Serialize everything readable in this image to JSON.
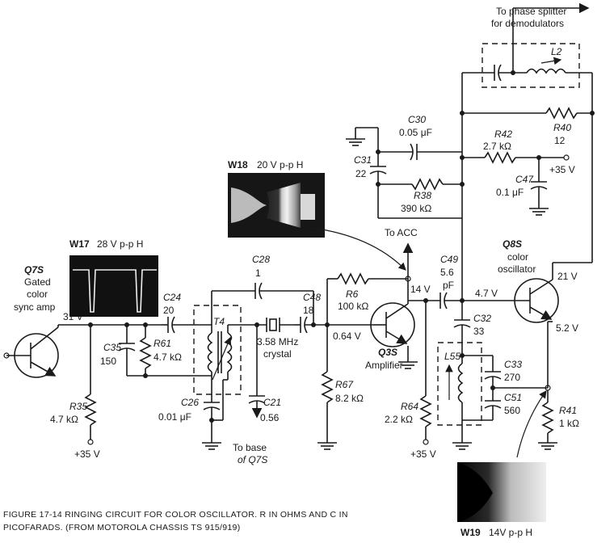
{
  "caption": {
    "line1": "FIGURE 17-14  RINGING CIRCUIT FOR COLOR OSCILLATOR.   R IN OHMS AND C IN",
    "line2": "PICOFARADS. (FROM MOTOROLA CHASSIS TS 915/919)"
  },
  "q7s": {
    "name": "Q7S",
    "desc1": "Gated",
    "desc2": "color",
    "desc3": "sync amp",
    "v": "31 V"
  },
  "q3s": {
    "name": "Q3S",
    "desc": "Amplifier",
    "v_base": "0.64 V",
    "v_col": "14 V"
  },
  "q8s": {
    "name": "Q8S",
    "desc1": "color",
    "desc2": "oscillator",
    "v_col": "21 V",
    "v_base": "4.7 V",
    "v_emit": "5.2 V"
  },
  "components": {
    "c24": {
      "name": "C24",
      "value": "20"
    },
    "c35": {
      "name": "C35",
      "value": "150"
    },
    "r61": {
      "name": "R61",
      "value": "4.7 kΩ"
    },
    "r35": {
      "name": "R35",
      "value": "4.7 kΩ"
    },
    "t4": {
      "name": "T4"
    },
    "c26": {
      "name": "C26",
      "value": "0.01 μF"
    },
    "c28": {
      "name": "C28",
      "value": "1"
    },
    "crystal": {
      "value": "3.58 MHz",
      "label": "crystal"
    },
    "c21": {
      "name": "C21",
      "value": "0.56"
    },
    "c48": {
      "name": "C48",
      "value": "18"
    },
    "r6": {
      "name": "R6",
      "value": "100 kΩ"
    },
    "r67": {
      "name": "R67",
      "value": "8.2 kΩ"
    },
    "c49": {
      "name": "C49",
      "value1": "5.6",
      "value2": "pF"
    },
    "c32": {
      "name": "C32",
      "value": "33"
    },
    "l55": {
      "name": "L55"
    },
    "c33": {
      "name": "C33",
      "value": "270"
    },
    "c51": {
      "name": "C51",
      "value": "560"
    },
    "r64": {
      "name": "R64",
      "value": "2.2 kΩ"
    },
    "r41": {
      "name": "R41",
      "value": "1 kΩ"
    },
    "c30": {
      "name": "C30",
      "value": "0.05 μF"
    },
    "c31": {
      "name": "C31",
      "value": "22"
    },
    "r38": {
      "name": "R38",
      "value": "390 kΩ"
    },
    "r42": {
      "name": "R42",
      "value": "2.7 kΩ"
    },
    "c47": {
      "name": "C47",
      "value": "0.1 μF"
    },
    "r40": {
      "name": "R40",
      "value": "12"
    },
    "l2": {
      "name": "L2"
    }
  },
  "supply": {
    "left": "+35 V",
    "mid": "+35 V",
    "top": "+35 V"
  },
  "notes": {
    "phase1": "To phase splitter",
    "phase2": "for demodulators",
    "acc": "To ACC",
    "base1": "To base",
    "base2": "of Q7S"
  },
  "waveforms": {
    "w17": {
      "id": "W17",
      "label": "28 V p-p H"
    },
    "w18": {
      "id": "W18",
      "label": "20 V p-p H"
    },
    "w19": {
      "id": "W19",
      "label": "14V p-p H"
    }
  }
}
